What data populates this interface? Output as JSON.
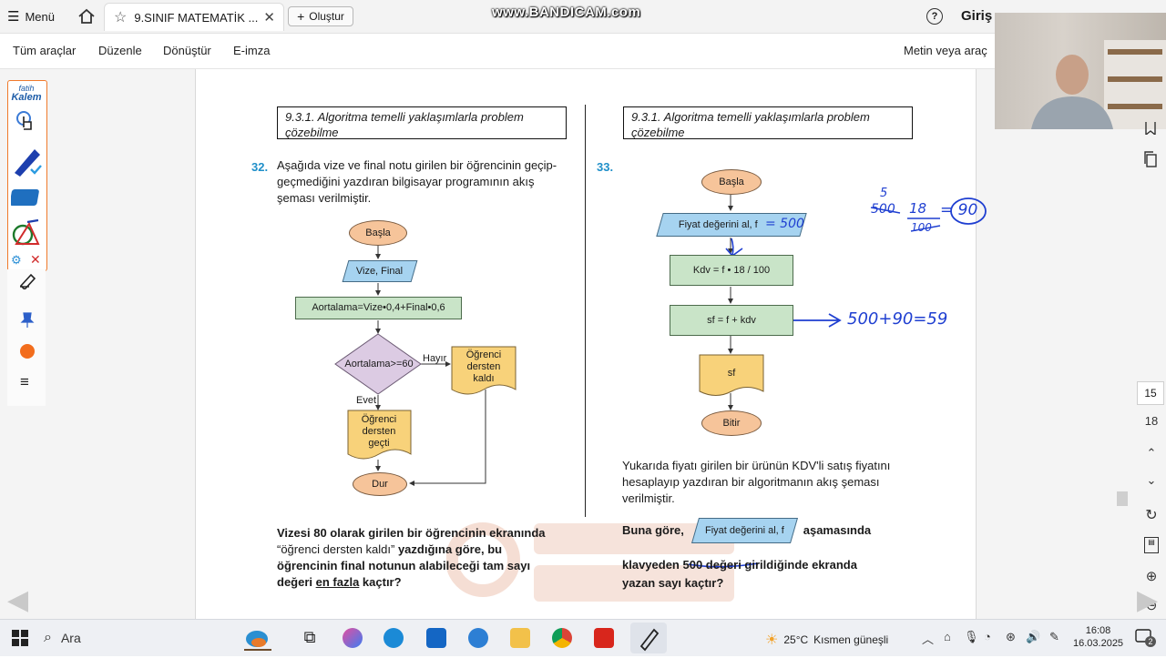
{
  "titlebar": {
    "menu_label": "Menü",
    "tab_title": "9.SINIF MATEMATİK ...",
    "create_label": "Oluştur",
    "watermark": "www.BANDICAM.com",
    "signin_label": "Giriş"
  },
  "toolbar": {
    "items": [
      "Tüm araçlar",
      "Düzenle",
      "Dönüştür",
      "E-imza"
    ],
    "search_placeholder": "Metin veya araç"
  },
  "left_column": {
    "section_title": "9.3.1. Algoritma temelli yaklaşımlarla problem çözebilme",
    "question_number": "32.",
    "question_intro": "Aşağıda vize ve final notu girilen bir öğrencinin geçip-geçmediğini yazdıran bilgisayar programının akış şeması verilmiştir.",
    "flow": {
      "start": "Başla",
      "input": "Vize, Final",
      "process": "Aortalama=Vize•0,4+Final•0,6",
      "decision": "Aortalama>=60",
      "no_label": "Hayır",
      "yes_label": "Evet",
      "fail_output": "Öğrenci dersten kaldı",
      "pass_output": "Öğrenci dersten geçti",
      "end": "Dur"
    },
    "question_parts": {
      "p1": "Vizesi 80 olarak girilen bir öğrencinin ekranında",
      "p2a": "“öğrenci dersten kaldı”",
      "p2b": " yazdığına göre, bu",
      "p3": "öğrencinin final notunun alabileceği tam sayı",
      "p4a": "değeri ",
      "p4b": "en fazla",
      "p4c": " kaçtır?"
    }
  },
  "right_column": {
    "section_title": "9.3.1. Algoritma temelli yaklaşımlarla problem çözebilme",
    "question_number": "33.",
    "flow": {
      "start": "Başla",
      "input": "Fiyat değerini al, f",
      "process1": "Kdv = f • 18 / 100",
      "process2": "sf = f + kdv",
      "output": "sf",
      "end": "Bitir"
    },
    "description": "Yukarıda fiyatı girilen bir ürünün KDV'li satış fiyatını hesaplayıp yazdıran bir algoritmanın akış şeması verilmiştir.",
    "question_parts": {
      "p1": "Buna göre,",
      "inline_shape": "Fiyat değerini al, f",
      "p2": "aşamasında",
      "p3a": "klavyeden ",
      "p3b": "500 değ",
      "p3c": "eri girildiğinde ekranda",
      "p4": "yazan sayı kaçtır?"
    },
    "annotations": {
      "input_value": "= 500",
      "fraction_top": "5",
      "fraction_num1": "500",
      "fraction_num2": "18",
      "fraction_den": "100",
      "fraction_result": "= 90",
      "sum": "500+90=59"
    }
  },
  "kalem_panel": {
    "brand_top": "fatih",
    "brand_bottom": "Kalem"
  },
  "right_rail": {
    "page_current": "15",
    "page_total": "18"
  },
  "taskbar": {
    "search_label": "Ara",
    "temperature": "25°C",
    "weather_text": "Kısmen güneşli",
    "time": "16:08",
    "date": "16.03.2025",
    "notification_count": "2"
  },
  "colors": {
    "accent_blue": "#1f8fc9",
    "oval_fill": "#f6c49a",
    "rect_fill": "#c9e4c8",
    "para_fill": "#a6d3f0",
    "decision_fill": "#dccbe3",
    "document_fill": "#f8d27a",
    "ink_blue": "#1f3fd1",
    "kalem_border": "#f07a2c"
  }
}
